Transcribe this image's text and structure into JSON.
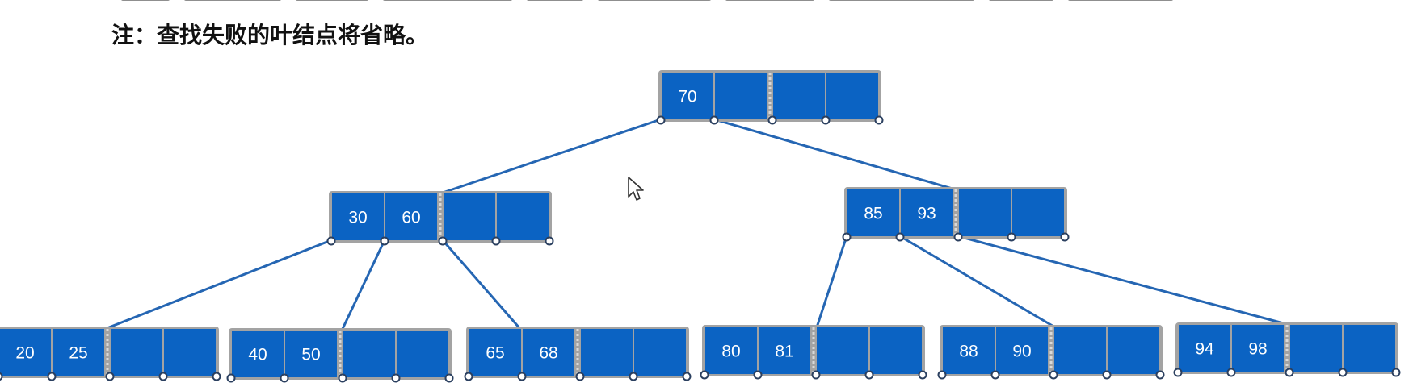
{
  "note": {
    "text": "注：查找失败的叶结点将省略。"
  },
  "colors": {
    "key_fill": "#0b63c3",
    "node_border": "#a3a3a3",
    "edge": "#2566b3",
    "separator": "#d9d9d9"
  },
  "tree": {
    "nodes": [
      {
        "id": "root",
        "keys": [
          "70",
          "",
          "",
          ""
        ]
      },
      {
        "id": "left",
        "keys": [
          "30",
          "60",
          "",
          ""
        ]
      },
      {
        "id": "right",
        "keys": [
          "85",
          "93",
          "",
          ""
        ]
      },
      {
        "id": "leaf1",
        "keys": [
          "20",
          "25",
          "",
          ""
        ]
      },
      {
        "id": "leaf2",
        "keys": [
          "40",
          "50",
          "",
          ""
        ]
      },
      {
        "id": "leaf3",
        "keys": [
          "65",
          "68",
          "",
          ""
        ]
      },
      {
        "id": "leaf4",
        "keys": [
          "80",
          "81",
          "",
          ""
        ]
      },
      {
        "id": "leaf5",
        "keys": [
          "88",
          "90",
          "",
          ""
        ]
      },
      {
        "id": "leaf6",
        "keys": [
          "94",
          "98",
          "",
          ""
        ]
      }
    ],
    "edges": [
      {
        "from": "root",
        "pointer": 0,
        "to": "left"
      },
      {
        "from": "root",
        "pointer": 1,
        "to": "right"
      },
      {
        "from": "left",
        "pointer": 0,
        "to": "leaf1"
      },
      {
        "from": "left",
        "pointer": 1,
        "to": "leaf2"
      },
      {
        "from": "left",
        "pointer": 2,
        "to": "leaf3"
      },
      {
        "from": "right",
        "pointer": 0,
        "to": "leaf4"
      },
      {
        "from": "right",
        "pointer": 1,
        "to": "leaf5"
      },
      {
        "from": "right",
        "pointer": 2,
        "to": "leaf6"
      }
    ]
  }
}
